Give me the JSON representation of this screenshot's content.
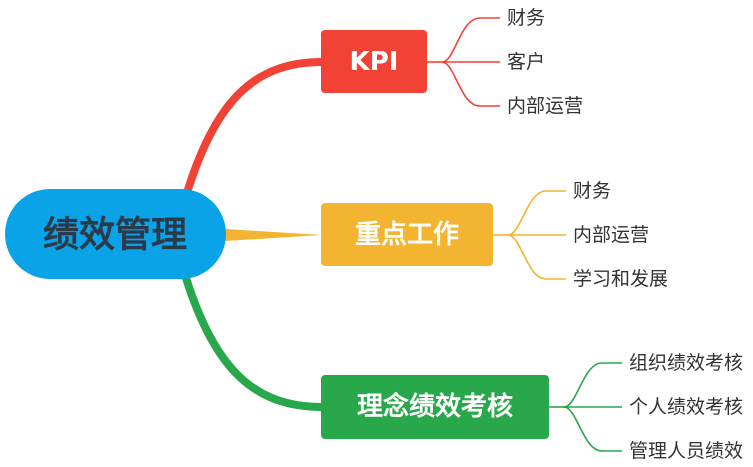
{
  "root": {
    "label": "绩效管理",
    "color": "#0aa3e8"
  },
  "branches": [
    {
      "label": "KPI",
      "color": "#f24236",
      "leaves": [
        "财务",
        "客户",
        "内部运营"
      ]
    },
    {
      "label": "重点工作",
      "color": "#f2b431",
      "leaves": [
        "财务",
        "内部运营",
        "学习和发展"
      ]
    },
    {
      "label": "理念绩效考核",
      "color": "#29a84b",
      "leaves": [
        "组织绩效考核",
        "个人绩效考核",
        "管理人员绩效"
      ]
    }
  ]
}
